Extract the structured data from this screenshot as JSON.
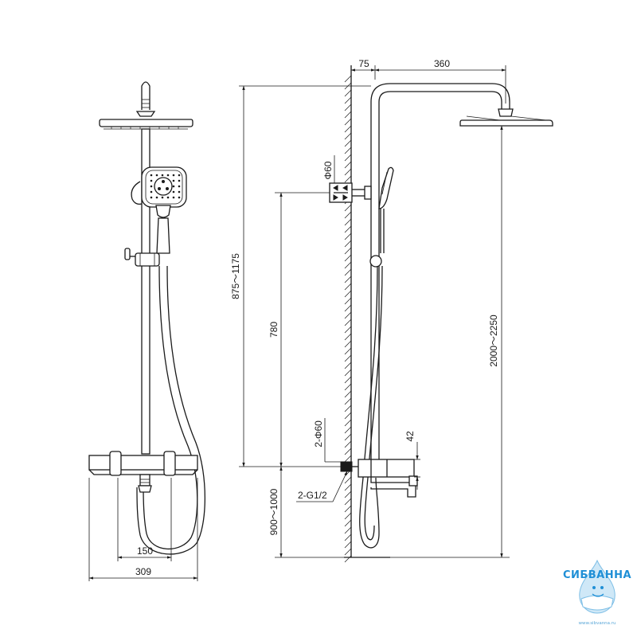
{
  "front_view": {
    "dimensions": {
      "inner_width": "150",
      "overall_width": "309"
    }
  },
  "side_view": {
    "dimensions": {
      "offset": "75",
      "arm_length": "360",
      "holder_diameter": "Φ60",
      "height_range": "875～1175",
      "holder_height": "780",
      "total_height": "2000～2250",
      "flange_diameter": "2-Φ60",
      "inlet_thread": "2-G1/2",
      "mixer_depth": "42",
      "mount_height": "900～1000"
    }
  },
  "watermark": {
    "brand": "СИБВАННА",
    "site": "www.sibvanna.ru"
  },
  "colors": {
    "line": "#1a1a1a",
    "brand": "#1f8fd6"
  }
}
